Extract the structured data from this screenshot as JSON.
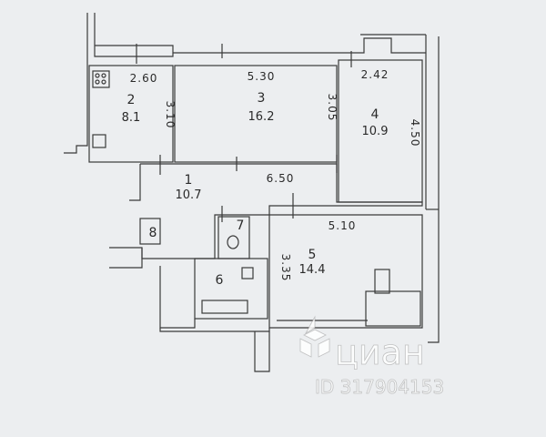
{
  "rooms": [
    {
      "number": "2",
      "area": "8.1"
    },
    {
      "number": "3",
      "area": "16.2"
    },
    {
      "number": "4",
      "area": "10.9"
    },
    {
      "number": "1",
      "area": "10.7"
    },
    {
      "number": "5",
      "area": "14.4"
    },
    {
      "number": "6"
    },
    {
      "number": "7"
    },
    {
      "number": "8"
    }
  ],
  "dimensions": [
    "2.60",
    "5.30",
    "2.42",
    "3.10",
    "3.05",
    "4.50",
    "6.50",
    "5.10",
    "3.35"
  ],
  "watermark": {
    "brand": "циан",
    "id": "ID 317904153"
  }
}
